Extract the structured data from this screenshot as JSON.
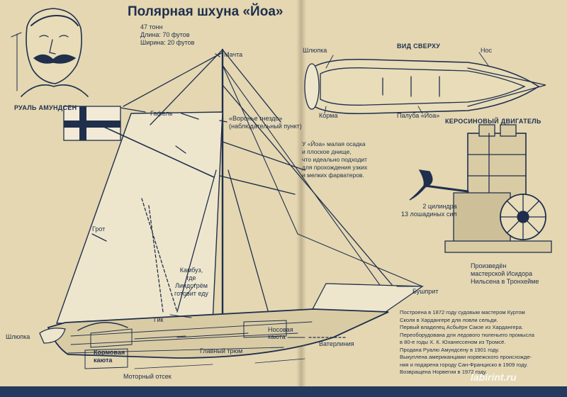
{
  "title": "Полярная шхуна «Йоа»",
  "specs": [
    "47 тонн",
    "Длина: 70 футов",
    "Ширина: 20 футов"
  ],
  "portrait_caption": "РУАЛЬ АМУНДСЕН",
  "labels": {
    "mast": "Мачта",
    "gaff": "Гафель",
    "crows_nest": [
      "«Вороньe гнездо»",
      "(наблюдательный пункт)"
    ],
    "mainsail": "Грот",
    "galley": [
      "Камбуз,",
      "где",
      "Линдстрём",
      "готовит еду"
    ],
    "boom": "Гик",
    "boat_left": "Шлюпка",
    "stern_cabin": [
      "Кормовая",
      "каюта"
    ],
    "main_hold": "Главный трюм",
    "bow_cabin": [
      "Носовая",
      "каюта"
    ],
    "engine_room": "Моторный отсек",
    "waterline": "Ватерлиния",
    "bowsprit": "Бушприт"
  },
  "top_view": {
    "heading": "ВИД СВЕРХУ",
    "boat": "Шлюпка",
    "bow": "Нос",
    "stern": "Корма",
    "deck": "Палуба «Йоа»"
  },
  "shallow_note": [
    "У «Йоа» малая осадка",
    "и плоское днище,",
    "что идеально подходит",
    "для прохождения узких",
    "и мелких фарватеров."
  ],
  "engine": {
    "heading": "КЕРОСИНОВЫЙ ДВИГАТЕЛЬ",
    "specs": [
      "2 цилиндра",
      "13 лошадиных сил"
    ],
    "maker": [
      "Произведён",
      "мастерской Исидора",
      "Нильсена в Тронхейме"
    ]
  },
  "history": [
    "Построена в 1872 году судовым мастером Куртом",
    "Сколя в Хардангере для ловли сельди.",
    "Первый владелец Асбьёрн Сакзе из Хардангера.",
    "Переоборудована для ледового тюленьего промысла",
    "в 80-е годы Х. К. Юханессеном из Тромсё.",
    "Продана Руалю Амундсену в 1901 году.",
    "Выкуплена американцами норвежского происхожде-",
    "ния и подарена городу Сан-Франциско в 1909 году.",
    "Возвращена Норвегии в 1972 году."
  ],
  "watermark": "labirint.ru",
  "colors": {
    "paper": "#e4d7b2",
    "ink": "#1f2f4c",
    "cover": "#243a5e"
  }
}
